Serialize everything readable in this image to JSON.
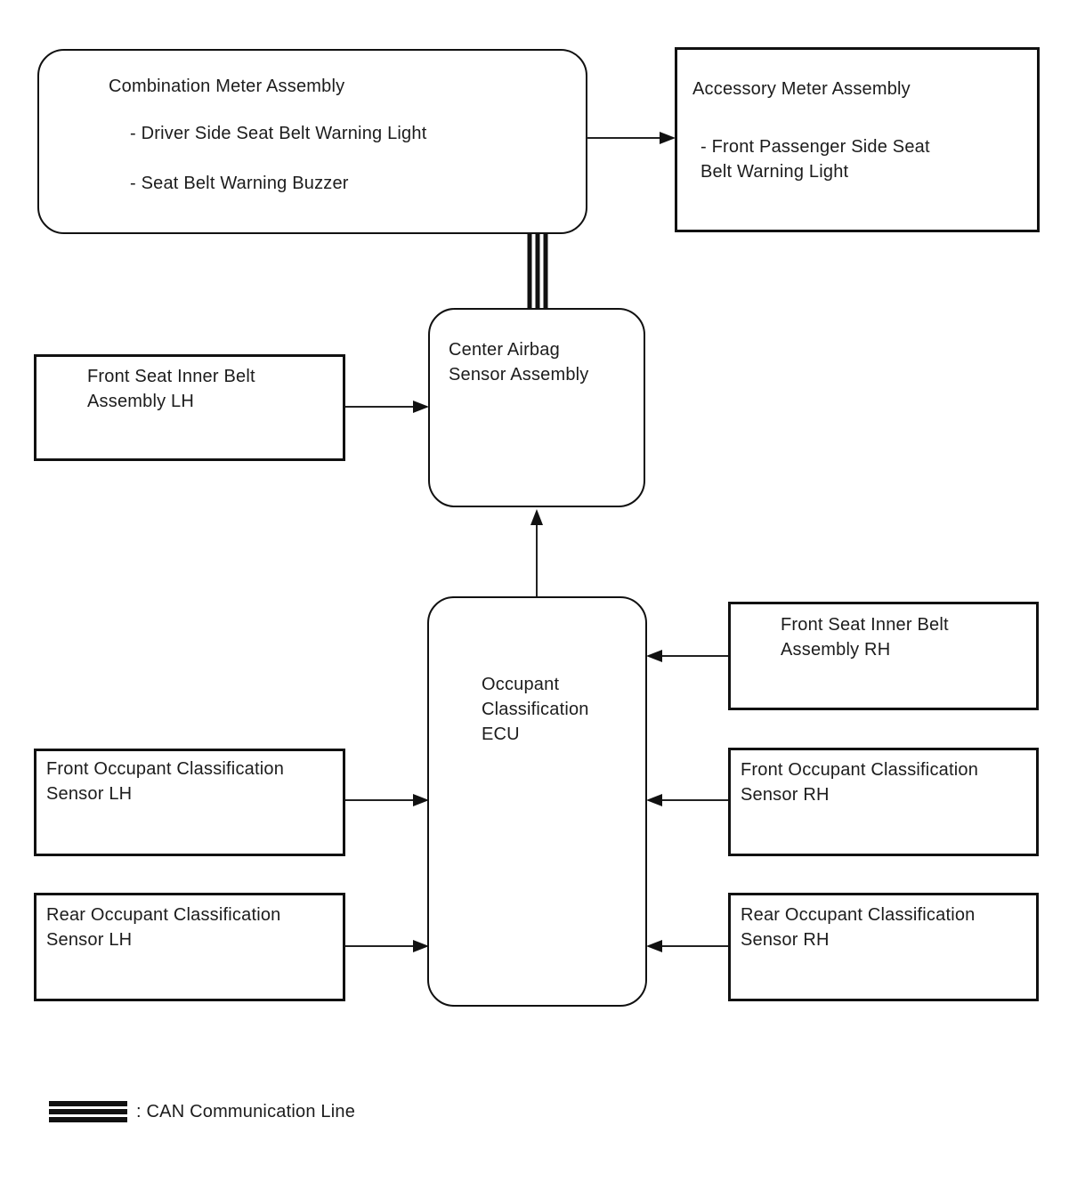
{
  "diagram": {
    "nodes": {
      "combination_meter": {
        "title": "Combination Meter Assembly",
        "items": [
          "- Driver Side Seat Belt Warning Light",
          "- Seat Belt Warning Buzzer"
        ]
      },
      "accessory_meter": {
        "title": "Accessory Meter Assembly",
        "item_lines": [
          "- Front Passenger Side Seat",
          "Belt Warning Light"
        ]
      },
      "center_airbag_sensor": {
        "lines": [
          "Center Airbag",
          "Sensor Assembly"
        ]
      },
      "front_seat_inner_belt_lh": {
        "lines": [
          "Front Seat Inner Belt",
          "Assembly LH"
        ]
      },
      "occupant_classification_ecu": {
        "lines": [
          "Occupant",
          "Classification",
          "ECU"
        ]
      },
      "front_seat_inner_belt_rh": {
        "lines": [
          "Front Seat Inner Belt",
          "Assembly RH"
        ]
      },
      "front_occupant_sensor_lh": {
        "lines": [
          "Front Occupant Classification",
          "Sensor LH"
        ]
      },
      "front_occupant_sensor_rh": {
        "lines": [
          "Front Occupant Classification",
          "Sensor RH"
        ]
      },
      "rear_occupant_sensor_lh": {
        "lines": [
          "Rear Occupant Classification",
          "Sensor LH"
        ]
      },
      "rear_occupant_sensor_rh": {
        "lines": [
          "Rear Occupant Classification",
          "Sensor RH"
        ]
      }
    },
    "connections": [
      {
        "from": "combination_meter",
        "to": "accessory_meter",
        "type": "arrow"
      },
      {
        "from": "combination_meter",
        "to": "center_airbag_sensor",
        "type": "can-communication-line"
      },
      {
        "from": "front_seat_inner_belt_lh",
        "to": "center_airbag_sensor",
        "type": "arrow"
      },
      {
        "from": "occupant_classification_ecu",
        "to": "center_airbag_sensor",
        "type": "arrow"
      },
      {
        "from": "front_seat_inner_belt_rh",
        "to": "occupant_classification_ecu",
        "type": "arrow"
      },
      {
        "from": "front_occupant_sensor_lh",
        "to": "occupant_classification_ecu",
        "type": "arrow"
      },
      {
        "from": "front_occupant_sensor_rh",
        "to": "occupant_classification_ecu",
        "type": "arrow"
      },
      {
        "from": "rear_occupant_sensor_lh",
        "to": "occupant_classification_ecu",
        "type": "arrow"
      },
      {
        "from": "rear_occupant_sensor_rh",
        "to": "occupant_classification_ecu",
        "type": "arrow"
      }
    ],
    "legend": {
      "label": ": CAN Communication Line"
    },
    "colors": {
      "background": "#ffffff",
      "line": "#222222",
      "border": "#111111",
      "text": "#1c1c1c"
    }
  }
}
